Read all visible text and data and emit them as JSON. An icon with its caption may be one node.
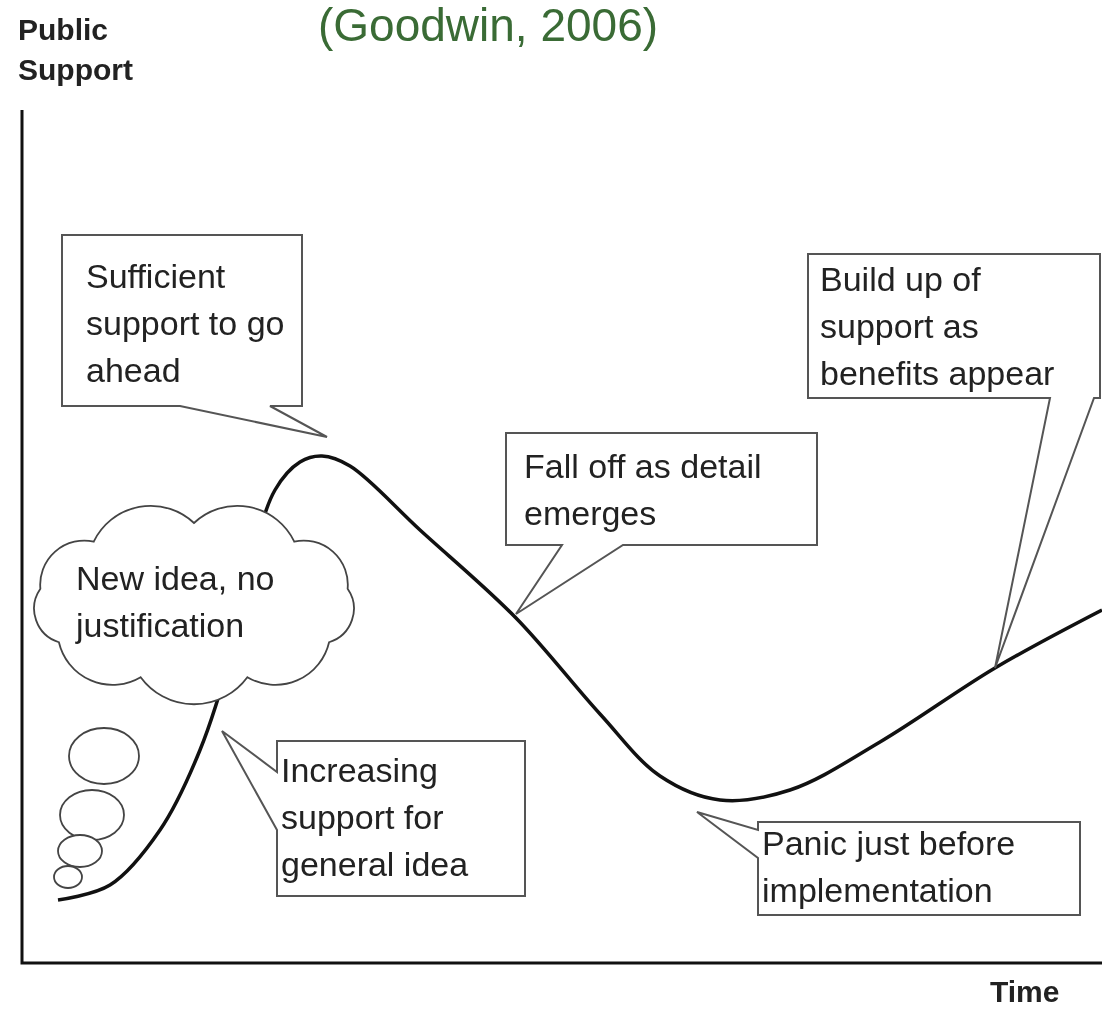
{
  "diagram": {
    "title": "(Goodwin, 2006)",
    "nodes": [
      {
        "text": [
          "Sufficient support to go ahead"
        ]
      },
      {
        "text": [
          "Fall off as detail emerges"
        ]
      },
      {
        "text": [
          "Build up of support as benefits appear"
        ]
      },
      {
        "text": [
          "New idea, no justification"
        ]
      },
      {
        "text": [
          "Increasing support for general idea"
        ]
      },
      {
        "text": [
          "Panic just before implementation"
        ]
      }
    ],
    "labels": [
      "Public Support",
      "Time"
    ]
  }
}
